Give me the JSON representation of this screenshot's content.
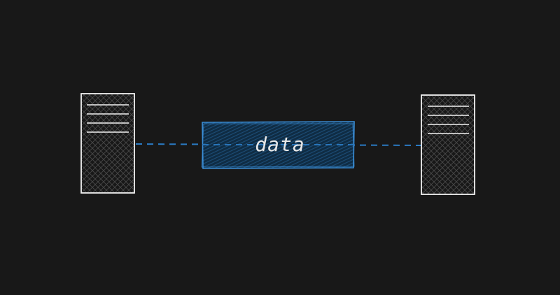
{
  "colors": {
    "background": "#181818",
    "server_stroke": "#f2f2f2",
    "server_hatch": "#4a4a4a",
    "link": "#2a7bc4",
    "packet_stroke": "#3b8fd8",
    "packet_fill": "#0f2c44",
    "packet_hatch": "#1d4f7a",
    "text": "#e8e8e8"
  },
  "nodes": [
    {
      "id": "server-left",
      "kind": "server",
      "icon": "server-rack-icon"
    },
    {
      "id": "server-right",
      "kind": "server",
      "icon": "server-rack-icon"
    }
  ],
  "connection": {
    "style": "dashed",
    "from": "server-left",
    "to": "server-right"
  },
  "packet": {
    "label": "data"
  }
}
